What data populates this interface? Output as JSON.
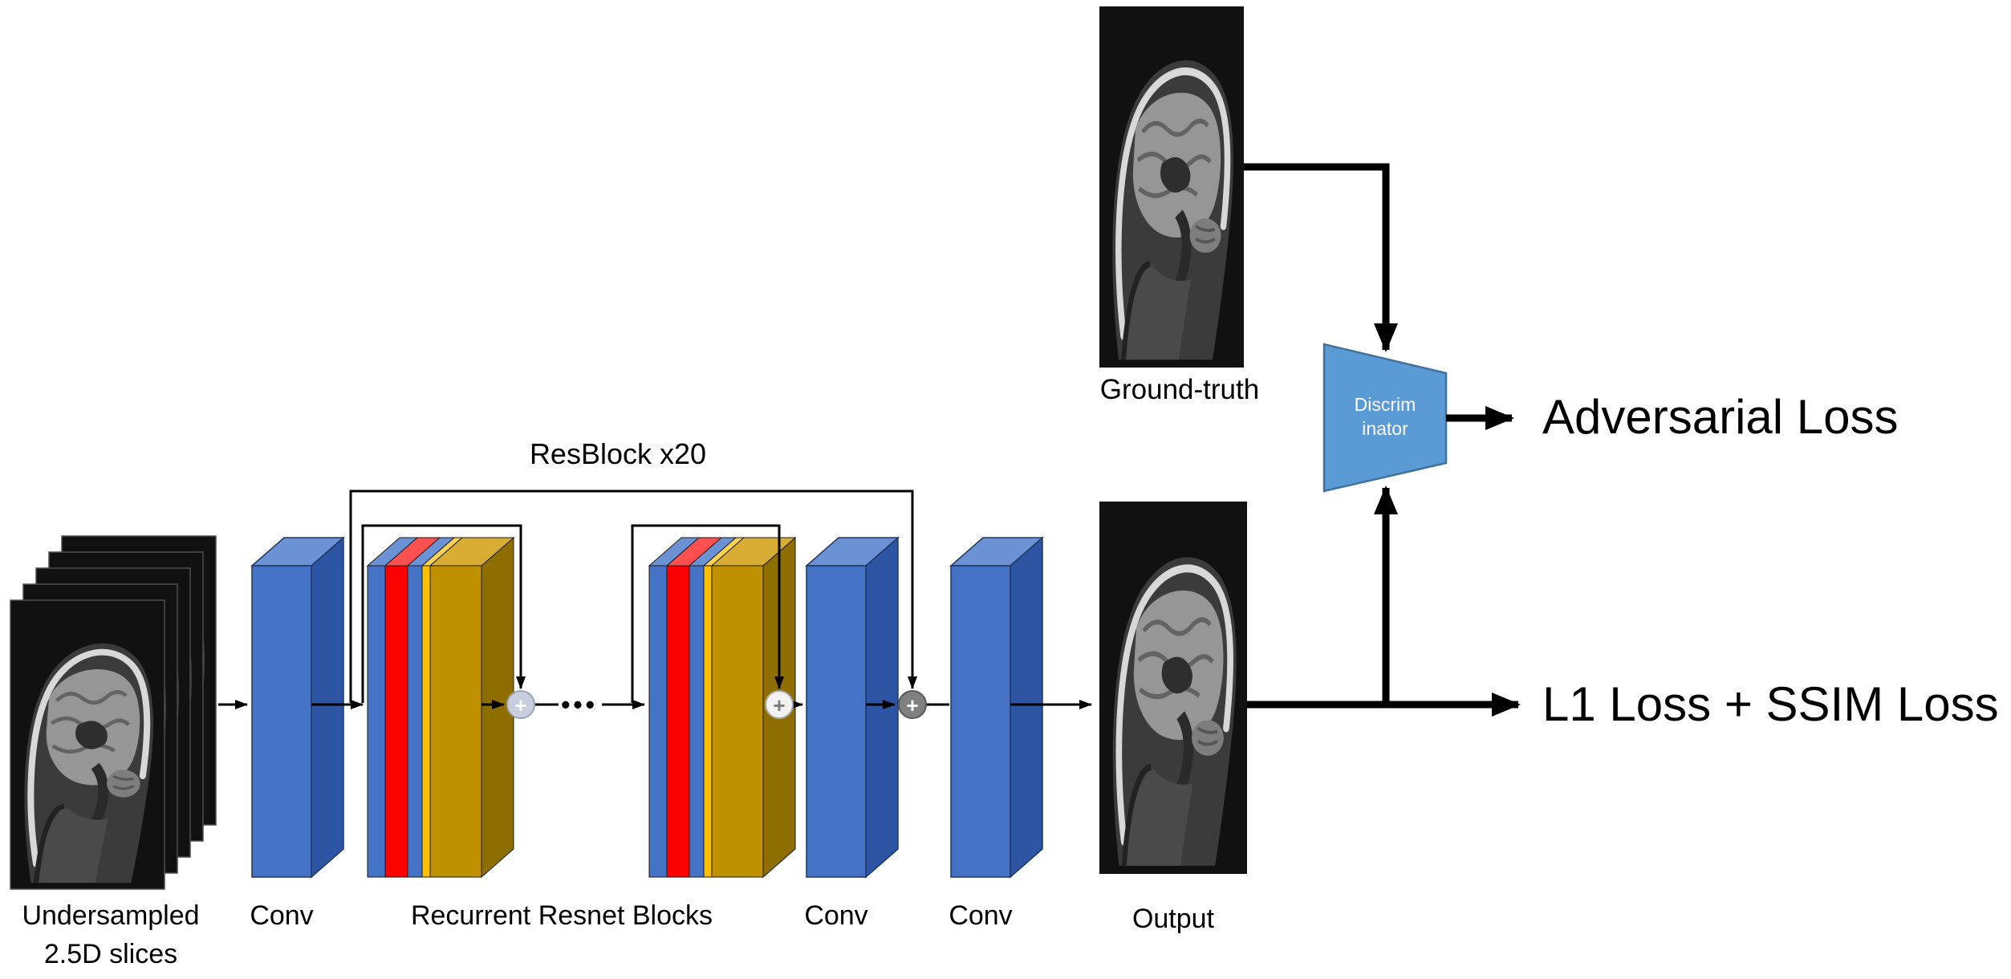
{
  "diagram": {
    "generator": {
      "input_label_line1": "Undersampled",
      "input_label_line2": "2.5D slices",
      "conv1_label": "Conv",
      "resblock_group_label": "Recurrent Resnet Blocks",
      "resblock_repeat_label": "ResBlock x20",
      "conv2_label": "Conv",
      "conv3_label": "Conv",
      "output_label": "Output",
      "dots": "•••",
      "sum_symbol": "+"
    },
    "discriminator": {
      "label_line1": "Discrim",
      "label_line2": "inator",
      "ground_truth_label": "Ground-truth"
    },
    "losses": {
      "adversarial": "Adversarial Loss",
      "l1_ssim": "L1 Loss + SSIM Loss"
    },
    "colors": {
      "conv_blue": "#4472C4",
      "res_red": "#FF0000",
      "res_yellow": "#FFC000",
      "res_gold": "#BF9000",
      "discriminator_blue": "#5B9BD5",
      "line_black": "#000000"
    }
  }
}
